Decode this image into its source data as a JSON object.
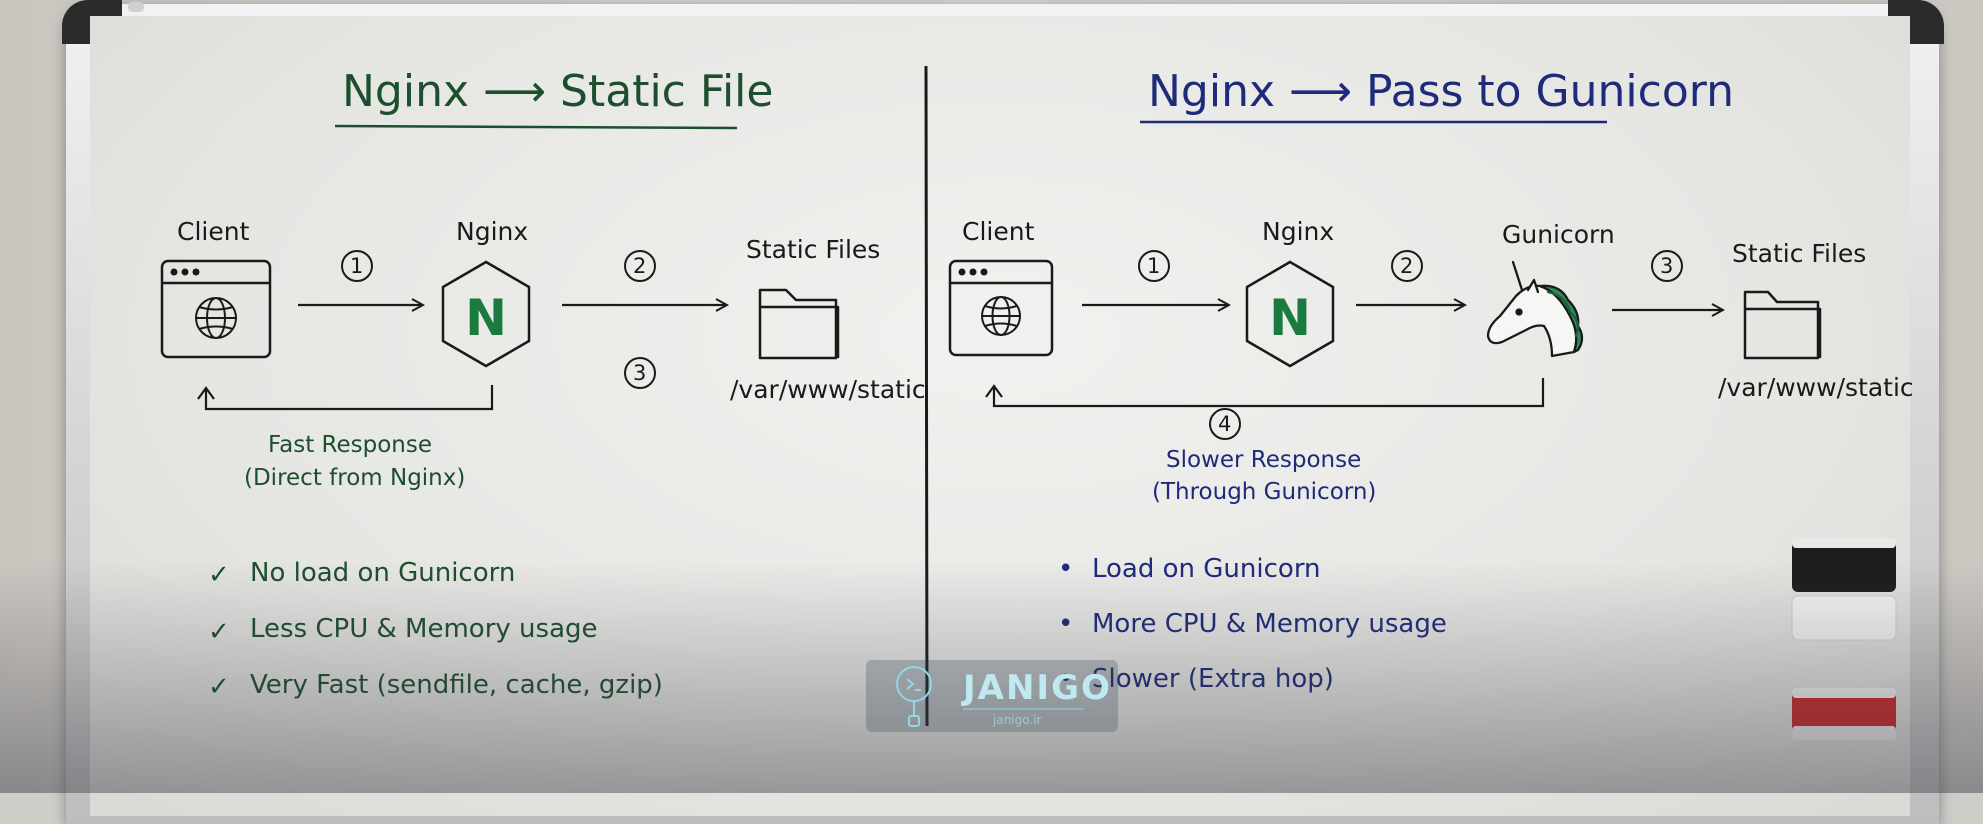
{
  "left": {
    "title": "Nginx ⟶ Static File",
    "client_label": "Client",
    "nginx_label": "Nginx",
    "nginx_letter": "N",
    "static_label": "Static Files",
    "path": "/var/www/static",
    "steps": [
      "1",
      "2",
      "3"
    ],
    "response_line1": "Fast Response",
    "response_line2": "(Direct from Nginx)",
    "check_symbol": "✓",
    "benefits": [
      "No load on Gunicorn",
      "Less CPU & Memory usage",
      "Very Fast (sendfile, cache, gzip)"
    ]
  },
  "right": {
    "title": "Nginx ⟶ Pass to Gunicorn",
    "client_label": "Client",
    "nginx_label": "Nginx",
    "nginx_letter": "N",
    "gunicorn_label": "Gunicorn",
    "static_label": "Static Files",
    "path": "/var/www/static",
    "steps": [
      "1",
      "2",
      "3",
      "4"
    ],
    "response_line1": "Slower Response",
    "response_line2": "(Through Gunicorn)",
    "bullet_symbol": "•",
    "drawbacks": [
      "Load on Gunicorn",
      "More CPU & Memory usage",
      "Slower (Extra hop)"
    ]
  },
  "watermark": {
    "brand": "JANIGO",
    "domain": "janigo.ir"
  },
  "colors": {
    "left_ink": "#1d4e2d",
    "right_ink": "#1f2b7a",
    "nginx_green": "#1a7a3f",
    "unicorn_green": "#2e8b57"
  }
}
